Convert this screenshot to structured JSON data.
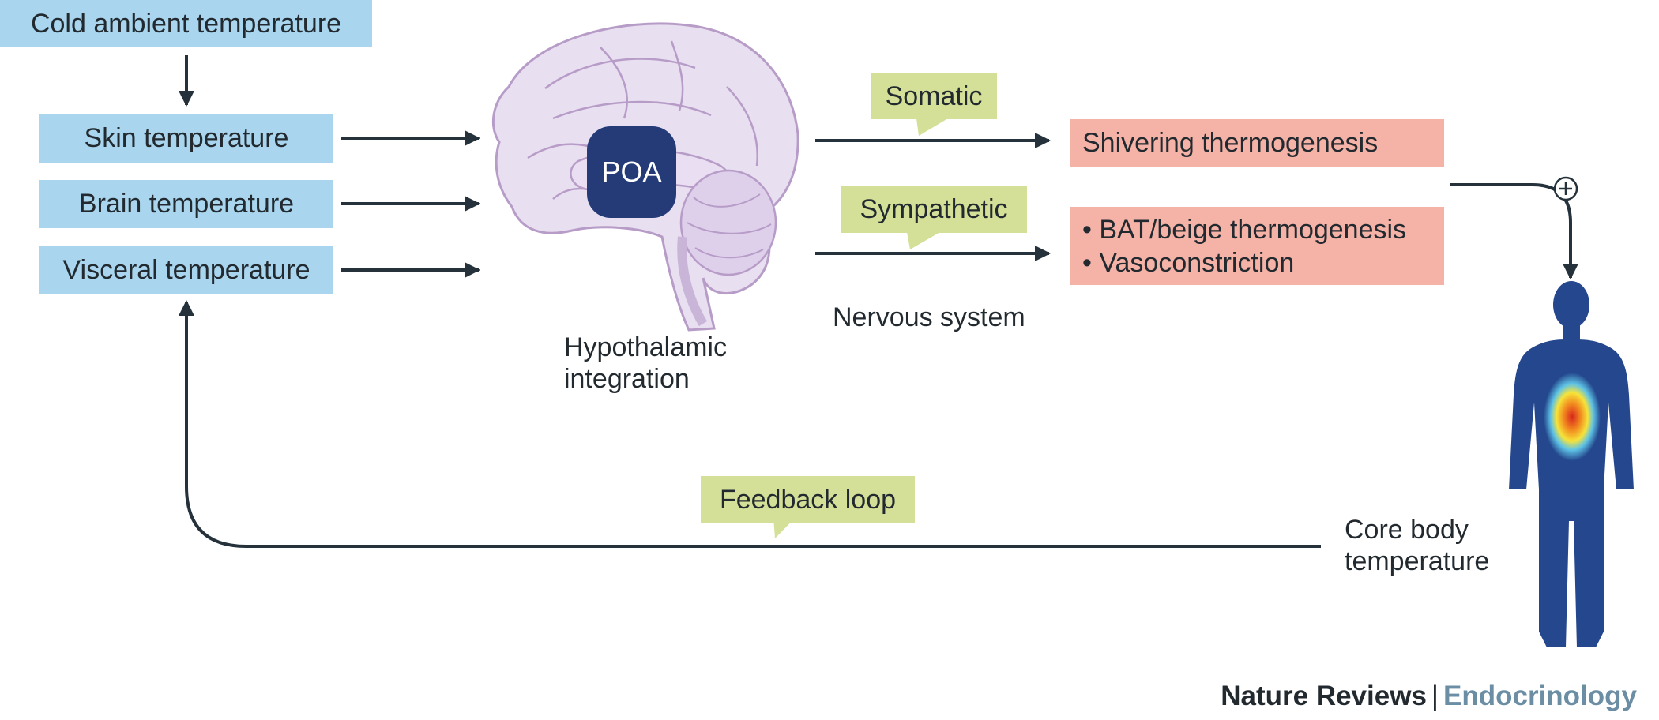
{
  "inputs": {
    "cold_ambient": "Cold ambient temperature",
    "skin": "Skin temperature",
    "brain": "Brain temperature",
    "visceral": "Visceral temperature"
  },
  "brain": {
    "poa_label": "POA",
    "caption_line1": "Hypothalamic",
    "caption_line2": "integration"
  },
  "pathways": {
    "somatic": "Somatic",
    "sympathetic": "Sympathetic",
    "nervous_system": "Nervous system"
  },
  "outputs": {
    "shivering": "Shivering thermogenesis",
    "bullet_1": "• BAT/beige thermogenesis",
    "bullet_2": "• Vasoconstriction"
  },
  "feedback": {
    "label": "Feedback loop",
    "core_line1": "Core body",
    "core_line2": "temperature",
    "plus_symbol": "+"
  },
  "branding": {
    "publisher": "Nature Reviews",
    "separator": "|",
    "journal": "Endocrinology"
  },
  "colors": {
    "input_box": "#a9d6ee",
    "output_box": "#f5b3a8",
    "callout": "#d4df97",
    "poa": "#243b77",
    "arrow": "#25323b",
    "body": "#24478d"
  }
}
